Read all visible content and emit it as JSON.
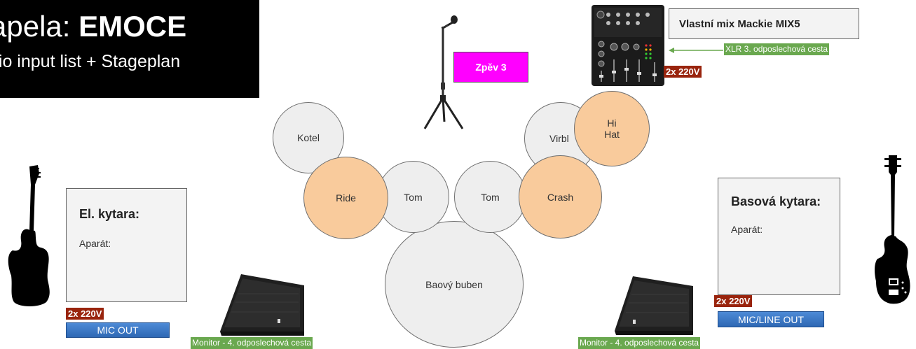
{
  "title": {
    "prefix": "apela: ",
    "band": "EMOCE",
    "subtitle": "dio input list + Stageplan"
  },
  "drums": {
    "kotel": "Kotel",
    "ride": "Ride",
    "tom1": "Tom",
    "tom2": "Tom",
    "crash": "Crash",
    "virbl": "Virbl",
    "hihat_line1": "Hi",
    "hihat_line2": "Hat",
    "bass_drum": "Baový buben"
  },
  "vocal": {
    "label": "Zpěv 3"
  },
  "mixer": {
    "title": "Vlastní mix Mackie MIX5",
    "input_label": "XLR 3. odposlechová cesta",
    "power": "2x 220V"
  },
  "guitar": {
    "title": "El. kytara:",
    "amp_label": "Aparát:",
    "power": "2x 220V",
    "output": "MIC OUT"
  },
  "bass": {
    "title": "Basová kytara:",
    "amp_label": "Aparát:",
    "power": "2x 220V",
    "output": "MIC/LINE OUT"
  },
  "monitors": {
    "left_label": "Monitor - 4. odposlechová cesta",
    "right_label": "Monitor - 4. odposlechová cesta"
  },
  "colors": {
    "drum_grey": "#eeeeee",
    "drum_orange": "#f9cb9c",
    "power_red": "#99240d",
    "button_blue": "#3d78c7",
    "label_green": "#6aa84f",
    "vocal_magenta": "#ff00ff"
  },
  "icons": [
    "electric-guitar-icon",
    "bass-guitar-icon",
    "microphone-stand-icon",
    "mixer-icon",
    "stage-monitor-icon"
  ]
}
